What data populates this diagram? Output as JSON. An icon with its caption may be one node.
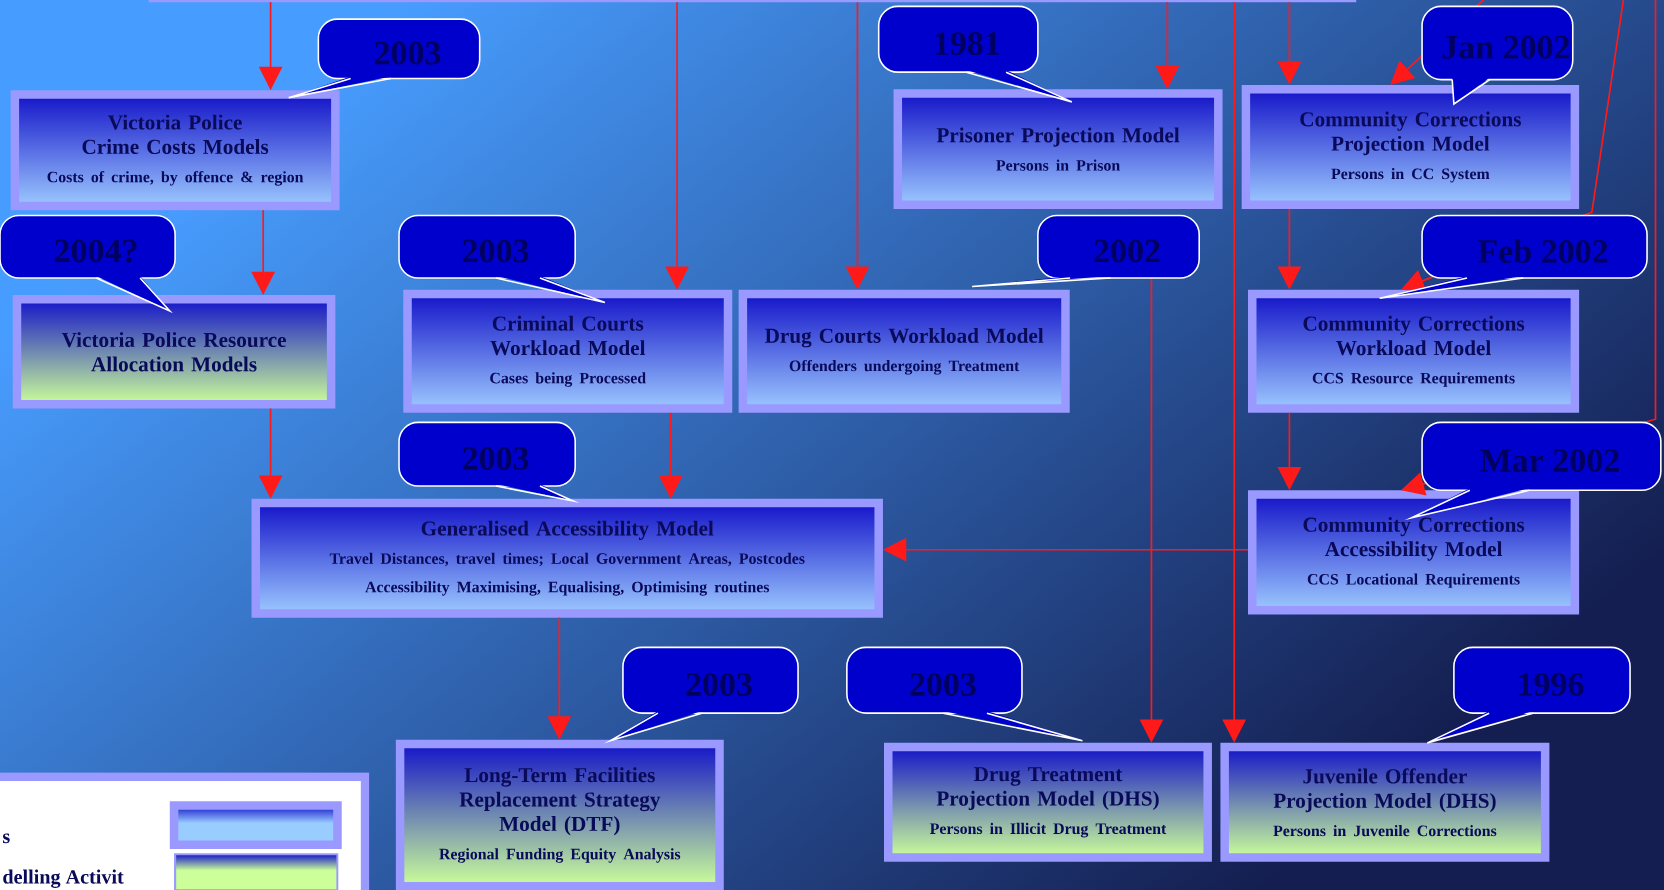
{
  "diagram": {
    "nodes": [
      {
        "text": [],
        "shape": "box"
      },
      {
        "text": [
          "Victoria Police Crime Costs Models",
          "Costs of crime, by offence & region"
        ],
        "beside": [
          "2003"
        ]
      },
      {
        "text": [
          "Victoria Police Resource Allocation Models"
        ],
        "beside": [
          "2004?"
        ]
      },
      {
        "text": [
          "Criminal Courts Workload Model",
          "Cases being Processed"
        ],
        "beside": [
          "2003"
        ]
      },
      {
        "text": [
          "Drug Courts Workload Model",
          "Offenders undergoing Treatment"
        ],
        "beside": [
          "2002"
        ]
      },
      {
        "text": [
          "Prisoner Projection  Model",
          "Persons in Prison"
        ],
        "beside": [
          "1981"
        ]
      },
      {
        "text": [
          "Community Corrections Projection  Model",
          "Persons in CC System"
        ],
        "beside": [
          "Jan 2002"
        ]
      },
      {
        "text": [
          "Community Corrections Workload Model",
          "CCS Resource Requirements"
        ],
        "beside": [
          "Feb 2002"
        ]
      },
      {
        "text": [
          "Generalised Accessibility Model",
          "Travel Distances, travel times;  Local Government Areas, Postcodes",
          "Accessibility Maximising, Equalising, Optimising routines"
        ],
        "beside": [
          "2003"
        ]
      },
      {
        "text": [
          "Community Corrections Accessibility Model",
          "CCS Locational Requirements"
        ],
        "beside": [
          "Mar 2002"
        ]
      },
      {
        "text": [
          "Long-Term Facilities Replacement Strategy Model (DTF)",
          "Regional Funding Equity Analysis"
        ],
        "beside": [
          "2003"
        ]
      },
      {
        "text": [
          "Drug Treatment Projection Model (DHS)",
          "Persons in Illicit Drug Treatment"
        ],
        "beside": [
          "2003"
        ]
      },
      {
        "text": [
          "Juvenile Offender Projection  Model (DHS)",
          "Persons in Juvenile Corrections"
        ],
        "beside": [
          "1996"
        ]
      }
    ],
    "edges": [
      {
        "from": 0,
        "to": 1,
        "arrow": "to"
      },
      {
        "from": 1,
        "to": 2,
        "arrow": "to"
      },
      {
        "from": 2,
        "to": 8,
        "arrow": "to"
      },
      {
        "from": 0,
        "to": 3,
        "arrow": "to"
      },
      {
        "from": 3,
        "to": 8,
        "arrow": "to"
      },
      {
        "from": 0,
        "to": 4,
        "arrow": "to"
      },
      {
        "from": 0,
        "to": 5,
        "arrow": "to"
      },
      {
        "from": 0,
        "to": 6,
        "arrow": "to"
      },
      {
        "from": 6,
        "to": 7,
        "arrow": "to"
      },
      {
        "from": 7,
        "to": 9,
        "arrow": "to"
      },
      {
        "from": 9,
        "to": 8,
        "arrow": "to"
      },
      {
        "from": 8,
        "to": 10,
        "arrow": "to"
      },
      {
        "from": 4,
        "to": 11,
        "arrow": "to"
      },
      {
        "from": 0,
        "to": 12,
        "arrow": "to"
      },
      {
        "from": null,
        "to": 6,
        "arrow": "to"
      },
      {
        "from": null,
        "to": 7,
        "arrow": "to"
      },
      {
        "from": null,
        "to": 9,
        "arrow": "to"
      }
    ],
    "legend": [
      {
        "text": "s",
        "color": "#99ccff"
      },
      {
        "text": "delling Activit",
        "color": "#ccff99"
      }
    ]
  }
}
